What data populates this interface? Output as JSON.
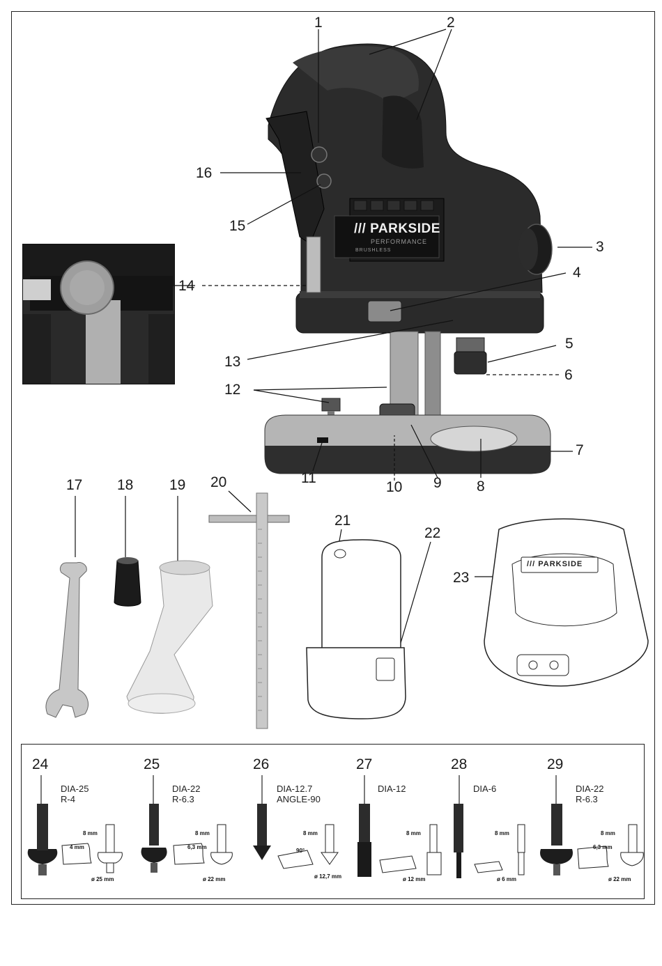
{
  "callouts": [
    "1",
    "2",
    "3",
    "4",
    "5",
    "6",
    "7",
    "8",
    "9",
    "10",
    "11",
    "12",
    "13",
    "14",
    "15",
    "16",
    "17",
    "18",
    "19",
    "20",
    "21",
    "22",
    "23",
    "24",
    "25",
    "26",
    "27",
    "28",
    "29"
  ],
  "device": {
    "brand": "/// PARKSIDE",
    "brand_sub": "PERFORMANCE",
    "brushless": "BRUSHLESS",
    "charger_brand": "/// PARKSIDE"
  },
  "bits": [
    {
      "num": "24",
      "dia": "DIA-25",
      "r": "R-4",
      "shank": "8 mm",
      "cut": "4 mm",
      "diam": "ø 25 mm"
    },
    {
      "num": "25",
      "dia": "DIA-22",
      "r": "R-6.3",
      "shank": "8 mm",
      "cut": "6,3 mm",
      "diam": "ø 22 mm"
    },
    {
      "num": "26",
      "dia": "DIA-12.7",
      "r": "ANGLE-90",
      "shank": "8 mm",
      "cut": "90°",
      "diam": "ø 12,7 mm"
    },
    {
      "num": "27",
      "dia": "DIA-12",
      "r": "",
      "shank": "8 mm",
      "cut": "",
      "diam": "ø 12 mm"
    },
    {
      "num": "28",
      "dia": "DIA-6",
      "r": "",
      "shank": "8 mm",
      "cut": "",
      "diam": "ø 6 mm"
    },
    {
      "num": "29",
      "dia": "DIA-22",
      "r": "R-6.3",
      "shank": "8 mm",
      "cut": "6,3 mm",
      "diam": "ø 22 mm"
    }
  ]
}
